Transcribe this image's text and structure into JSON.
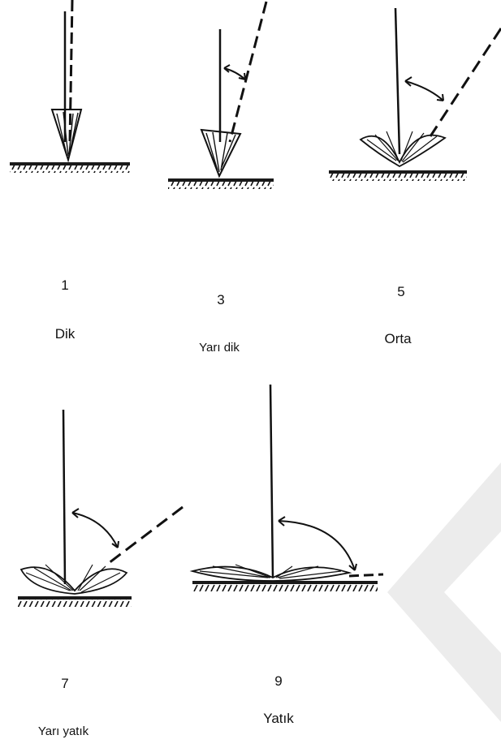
{
  "figure": {
    "ground_color": "#1a1a1a",
    "watermark_color": "#ececec",
    "habits": [
      {
        "score": "1",
        "name": "Dik"
      },
      {
        "score": "3",
        "name": "Yarı dik"
      },
      {
        "score": "5",
        "name": "Orta"
      },
      {
        "score": "7",
        "name": "Yarı yatık"
      },
      {
        "score": "9",
        "name": "Yatık"
      }
    ]
  }
}
